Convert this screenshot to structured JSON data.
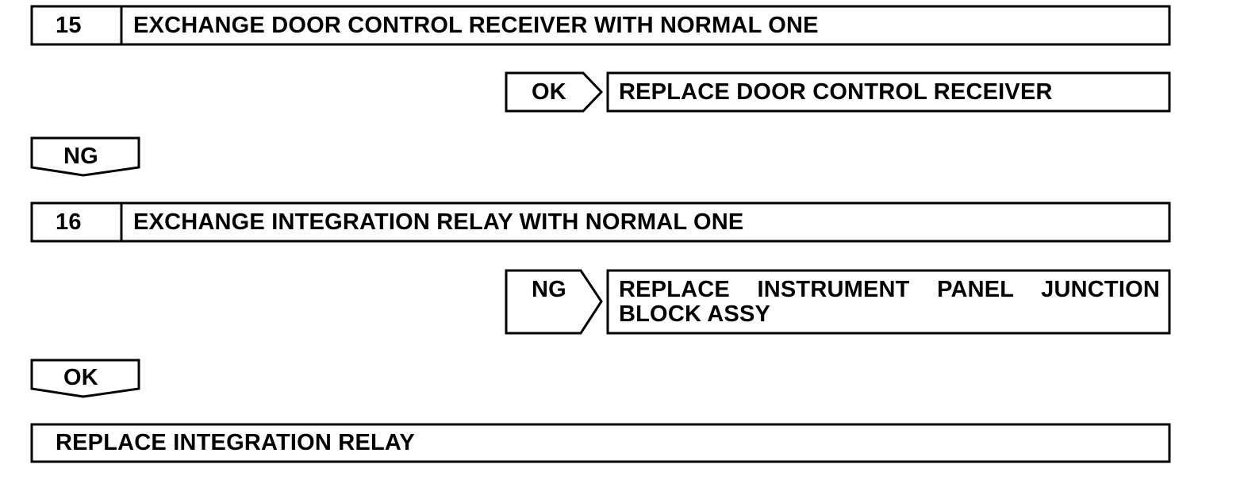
{
  "steps": [
    {
      "number": "15",
      "title": "EXCHANGE DOOR CONTROL RECEIVER WITH NORMAL ONE"
    },
    {
      "number": "16",
      "title": "EXCHANGE INTEGRATION RELAY WITH NORMAL ONE"
    }
  ],
  "branches": [
    {
      "result": "OK",
      "action": "REPLACE DOOR CONTROL RECEIVER"
    },
    {
      "result": "NG",
      "action_line1": "REPLACE INSTRUMENT PANEL JUNCTION",
      "action_line2": "BLOCK ASSY"
    }
  ],
  "continue_labels": [
    "NG",
    "OK"
  ],
  "final_action": "REPLACE INTEGRATION RELAY"
}
